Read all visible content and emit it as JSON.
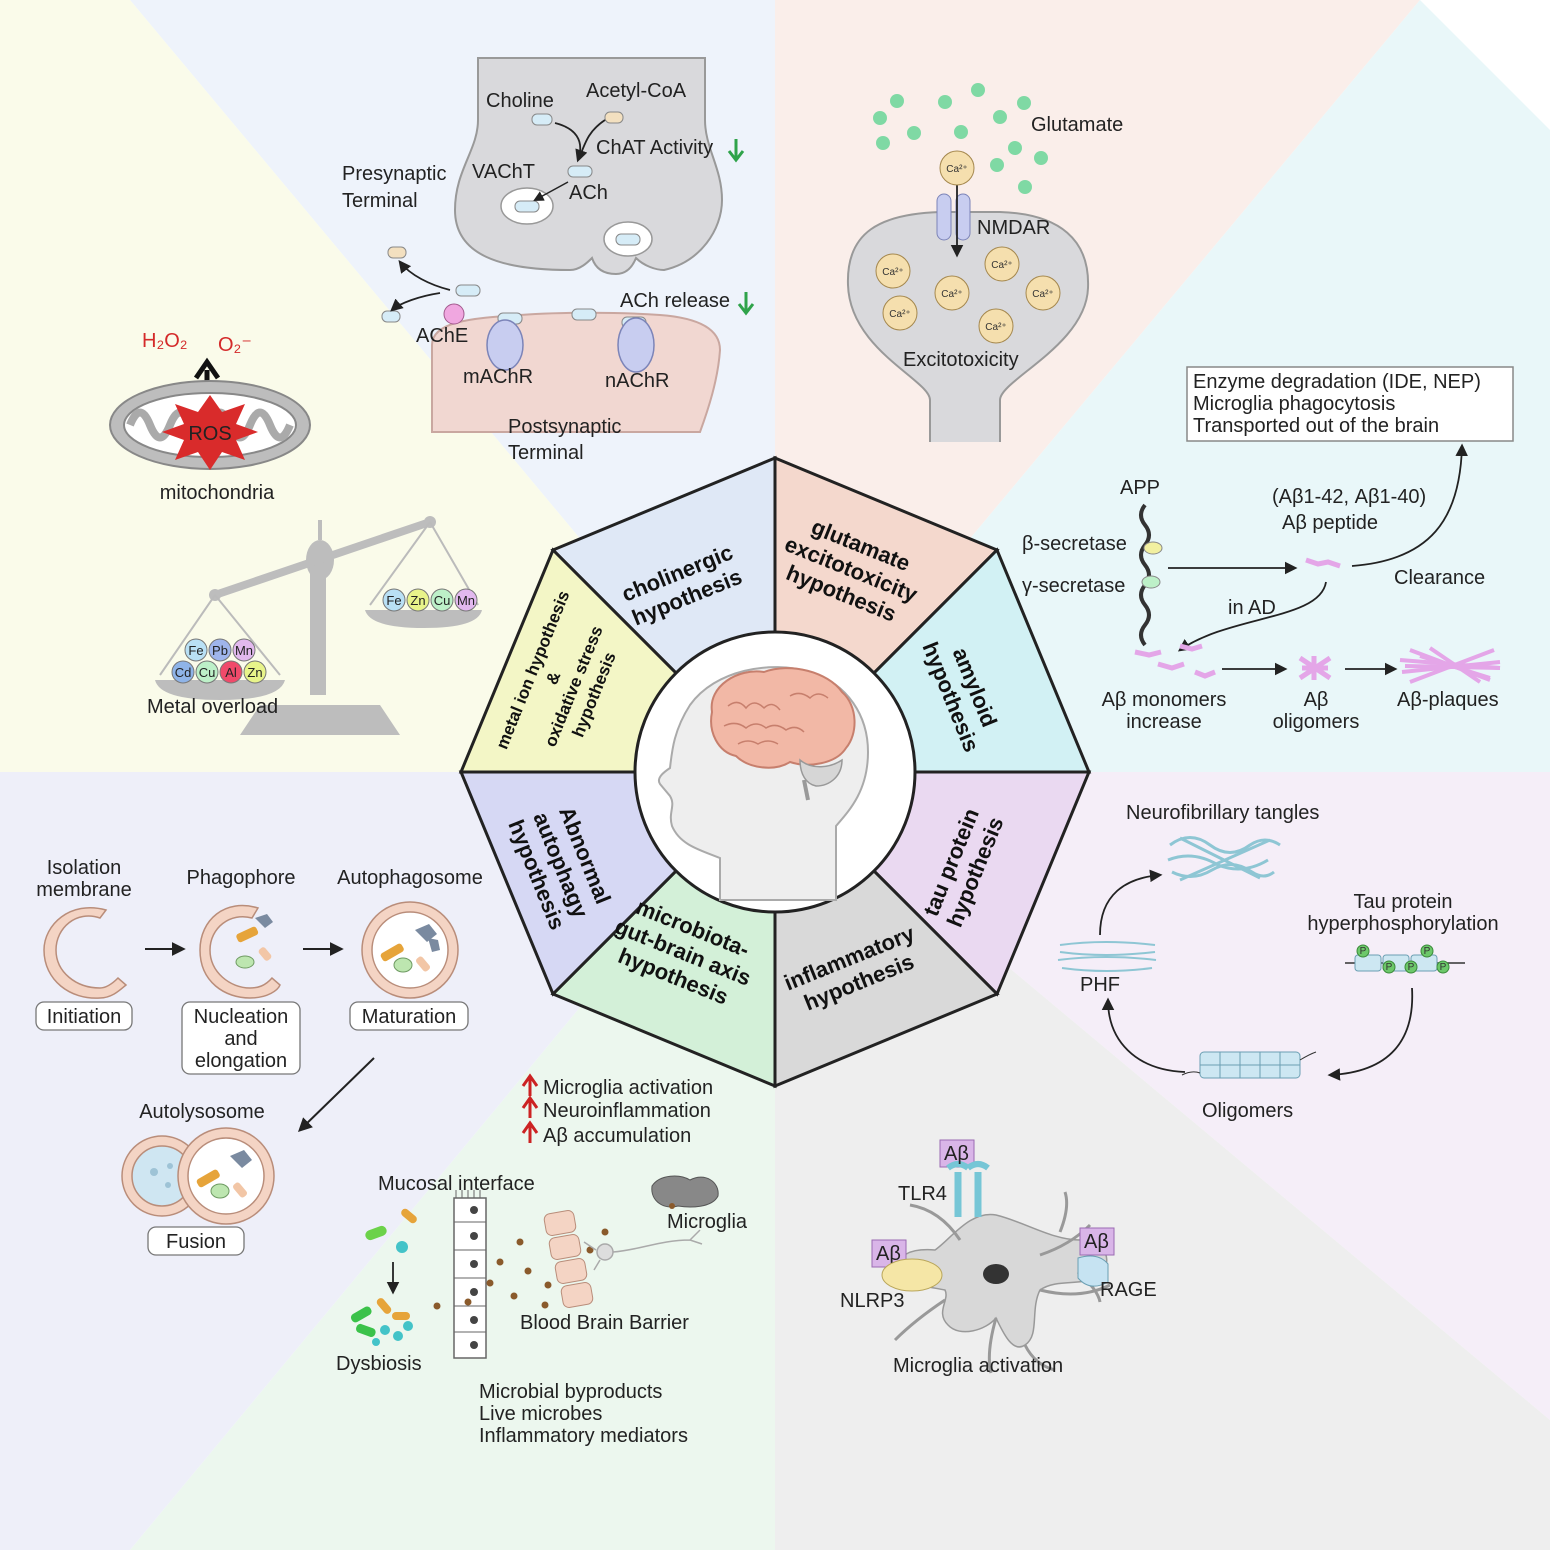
{
  "hypotheses": {
    "cholinergic": [
      "cholinergic",
      "hypothesis"
    ],
    "glutamate": [
      "glutamate",
      "excitotoxicity",
      "hypothesis"
    ],
    "amyloid": [
      "amyloid",
      "hypothesis"
    ],
    "tau": [
      "tau protein",
      "hypothesis"
    ],
    "inflammatory": [
      "inflammatory",
      "hypothesis"
    ],
    "microbiota": [
      "microbiota-",
      "gut-brain axis",
      "hypothesis"
    ],
    "autophagy": [
      "Abnormal",
      "autophagy",
      "hypothesis"
    ],
    "metal": [
      "metal ion hypothesis",
      "&",
      "oxidative stress",
      "hypothesis"
    ]
  },
  "cholinergic_panel": {
    "choline": "Choline",
    "acetyl_coa": "Acetyl-CoA",
    "chat_activity": "ChAT Activity",
    "vacht": "VAChT",
    "ach": "ACh",
    "presynaptic": [
      "Presynaptic",
      "Terminal"
    ],
    "ache": "AChE",
    "ach_release": "ACh release",
    "machr": "mAChR",
    "nachr": "nAChR",
    "postsynaptic": [
      "Postsynaptic",
      "Terminal"
    ]
  },
  "glutamate_panel": {
    "glutamate": "Glutamate",
    "nmdar": "NMDAR",
    "excitotoxicity": "Excitotoxicity",
    "ca": "Ca²⁺"
  },
  "amyloid_panel": {
    "clearance_box": [
      "Enzyme degradation (IDE, NEP)",
      "Microglia phagocytosis",
      "Transported out of the brain"
    ],
    "app": "APP",
    "beta_secretase": "β-secretase",
    "gamma_secretase": "γ-secretase",
    "peptide_isoforms": "(Aβ1-42, Aβ1-40)",
    "peptide": "Aβ peptide",
    "clearance": "Clearance",
    "in_ad": "in AD",
    "monomers": [
      "Aβ monomers",
      "increase"
    ],
    "oligomers": [
      "Aβ",
      "oligomers"
    ],
    "plaques": "Aβ-plaques"
  },
  "tau_panel": {
    "tangles": "Neurofibrillary tangles",
    "hyperphos": [
      "Tau protein",
      "hyperphosphorylation"
    ],
    "phf": "PHF",
    "oligomers": "Oligomers",
    "p": "P"
  },
  "inflammatory_panel": {
    "ab": "Aβ",
    "tlr4": "TLR4",
    "nlrp3": "NLRP3",
    "rage": "RAGE",
    "caption": "Microglia activation"
  },
  "gut_panel": {
    "effects": [
      "Microglia activation",
      "Neuroinflammation",
      "Aβ accumulation"
    ],
    "mucosal": "Mucosal interface",
    "microglia": "Microglia",
    "bbb": "Blood Brain Barrier",
    "dysbiosis": "Dysbiosis",
    "byproducts": [
      "Microbial byproducts",
      "Live microbes",
      "Inflammatory mediators"
    ]
  },
  "autophagy_panel": {
    "isolation": [
      "Isolation",
      "membrane"
    ],
    "phagophore": "Phagophore",
    "autophagosome": "Autophagosome",
    "initiation": "Initiation",
    "nucleation": [
      "Nucleation",
      "and",
      "elongation"
    ],
    "maturation": "Maturation",
    "autolysosome": "Autolysosome",
    "fusion": "Fusion"
  },
  "metal_panel": {
    "h2o2": "H₂O₂",
    "o2": "O₂⁻",
    "ros": "ROS",
    "mitochondria": "mitochondria",
    "right_pan": [
      "Fe",
      "Zn",
      "Cu",
      "Mn"
    ],
    "left_pan_top": [
      "Fe",
      "Pb",
      "Mn"
    ],
    "left_pan_bottom": [
      "Cd",
      "Cu",
      "Al",
      "Zn"
    ],
    "metal_overload": "Metal overload"
  },
  "colors": {
    "cholinergic": "#e6eef8",
    "glutamate": "#f6e3dc",
    "amyloid": "#dff4f7",
    "tau": "#efe4f3",
    "inflammatory": "#e3e3e3",
    "microbiota": "#dff3e3",
    "autophagy": "#e2e3f5",
    "metal": "#f5f6d8",
    "arrow_down": "#2fa34a",
    "arrow_up": "#cc2222"
  }
}
